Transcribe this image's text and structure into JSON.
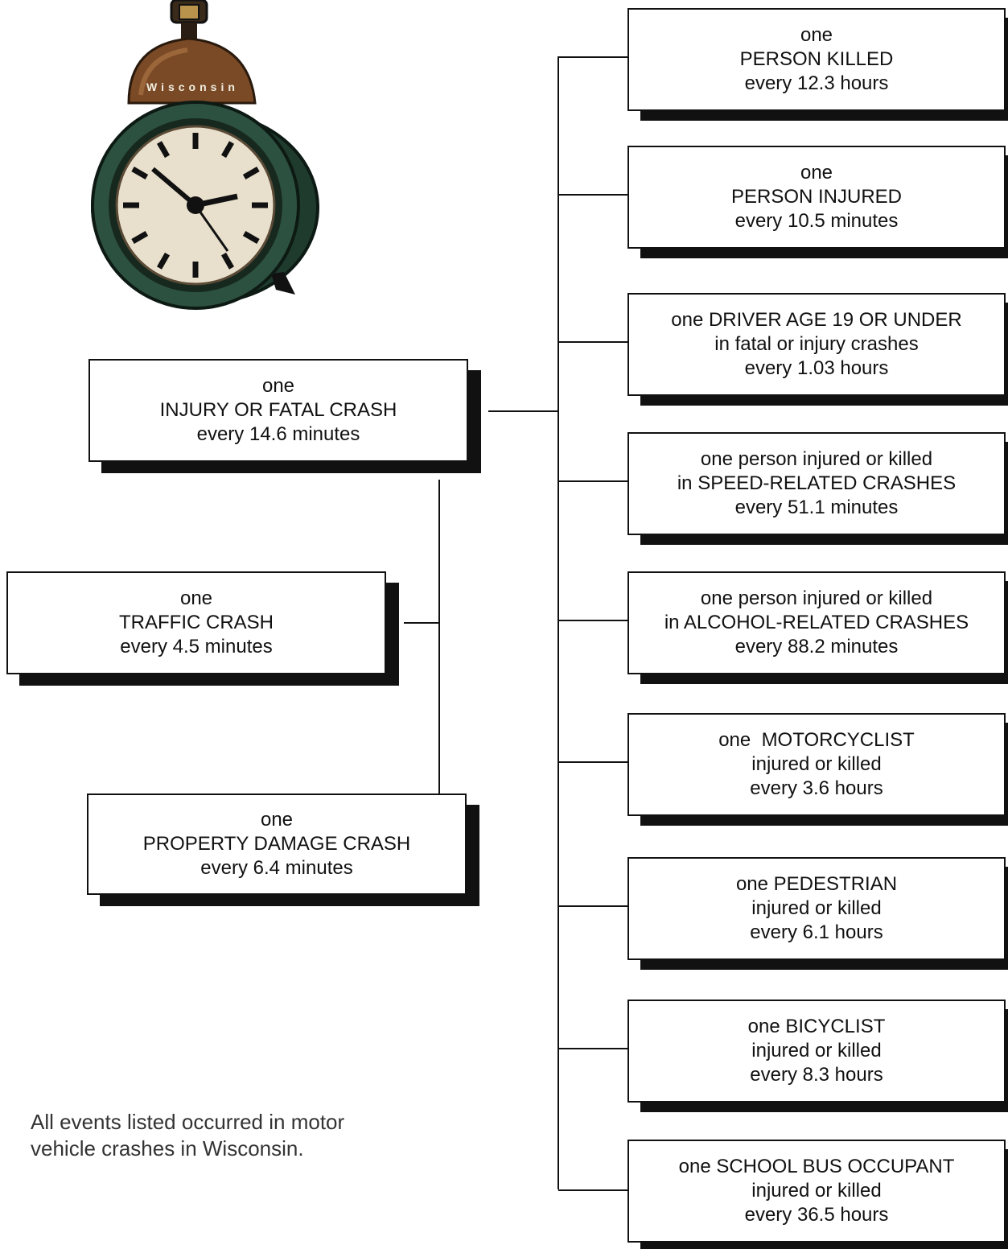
{
  "clock": {
    "label": "Wisconsin",
    "icon": "alarm-clock-icon"
  },
  "left_boxes": {
    "injury_fatal": [
      "one",
      "INJURY OR FATAL CRASH",
      "every 14.6 minutes"
    ],
    "traffic": [
      "one",
      "TRAFFIC CRASH",
      "every 4.5 minutes"
    ],
    "property": [
      "one",
      "PROPERTY DAMAGE CRASH",
      "every 6.4 minutes"
    ]
  },
  "right_boxes": [
    [
      "one",
      "PERSON KILLED",
      "every 12.3 hours"
    ],
    [
      "one",
      "PERSON INJURED",
      "every 10.5 minutes"
    ],
    [
      "one DRIVER AGE 19 OR UNDER",
      "in fatal or injury crashes",
      "every 1.03 hours"
    ],
    [
      "one person injured or killed",
      "in SPEED-RELATED CRASHES",
      "every 51.1 minutes"
    ],
    [
      "one person injured or killed",
      "in ALCOHOL-RELATED CRASHES",
      "every 88.2 minutes"
    ],
    [
      "one  MOTORCYCLIST",
      "injured or killed",
      "every 3.6 hours"
    ],
    [
      "one PEDESTRIAN",
      "injured or killed",
      "every 6.1 hours"
    ],
    [
      "one BICYCLIST",
      "injured or killed",
      "every 8.3 hours"
    ],
    [
      "one SCHOOL BUS OCCUPANT",
      "injured or killed",
      "every 36.5 hours"
    ]
  ],
  "note": [
    "All events listed occurred in motor",
    "vehicle crashes in Wisconsin."
  ]
}
